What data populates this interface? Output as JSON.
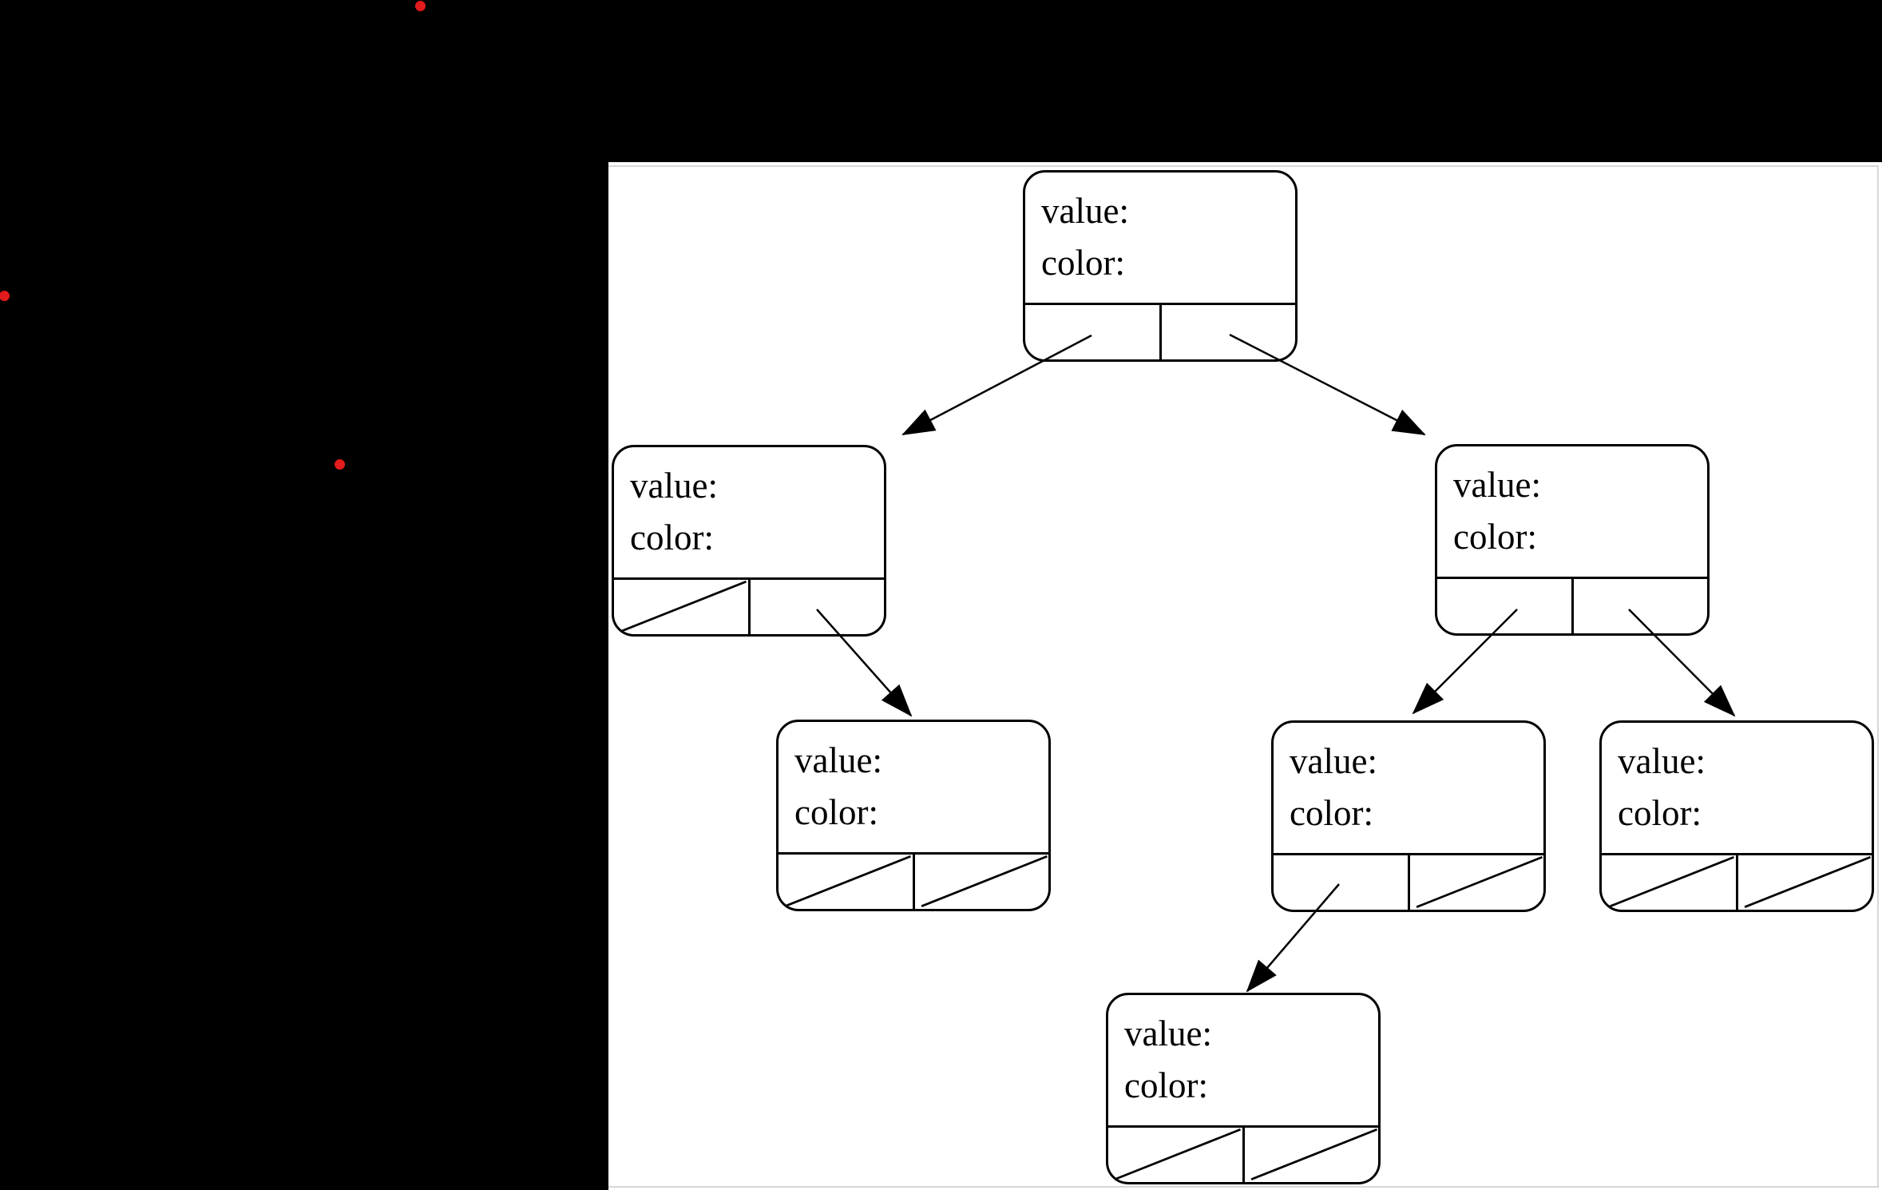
{
  "colors": {
    "background": "#000000",
    "page_background": "#ffffff",
    "page_border": "#d7d7d7",
    "line": "#000000",
    "marker_dot": "#e31b1c"
  },
  "tree": {
    "description": "binary tree diagram; each node box has value and color fields and two child-pointer cells; diagonal slash = null pointer",
    "nodes": [
      {
        "id": "root",
        "value_label": "value:",
        "color_label": "color:",
        "left_pointer": "child",
        "right_pointer": "child"
      },
      {
        "id": "left-child",
        "value_label": "value:",
        "color_label": "color:",
        "left_pointer": "null",
        "right_pointer": "child"
      },
      {
        "id": "right-child",
        "value_label": "value:",
        "color_label": "color:",
        "left_pointer": "child",
        "right_pointer": "child"
      },
      {
        "id": "left-right-grandchild",
        "value_label": "value:",
        "color_label": "color:",
        "left_pointer": "null",
        "right_pointer": "null"
      },
      {
        "id": "right-left-grandchild",
        "value_label": "value:",
        "color_label": "color:",
        "left_pointer": "child",
        "right_pointer": "null"
      },
      {
        "id": "right-right-grandchild",
        "value_label": "value:",
        "color_label": "color:",
        "left_pointer": "null",
        "right_pointer": "null"
      },
      {
        "id": "bottom-node",
        "value_label": "value:",
        "color_label": "color:",
        "left_pointer": "null",
        "right_pointer": "null"
      }
    ],
    "edges": [
      {
        "from": "root.left",
        "to": "left-child"
      },
      {
        "from": "root.right",
        "to": "right-child"
      },
      {
        "from": "left-child.right",
        "to": "left-right-grandchild"
      },
      {
        "from": "right-child.left",
        "to": "right-left-grandchild"
      },
      {
        "from": "right-child.right",
        "to": "right-right-grandchild"
      },
      {
        "from": "right-left-grandchild.left",
        "to": "bottom-node"
      }
    ]
  }
}
